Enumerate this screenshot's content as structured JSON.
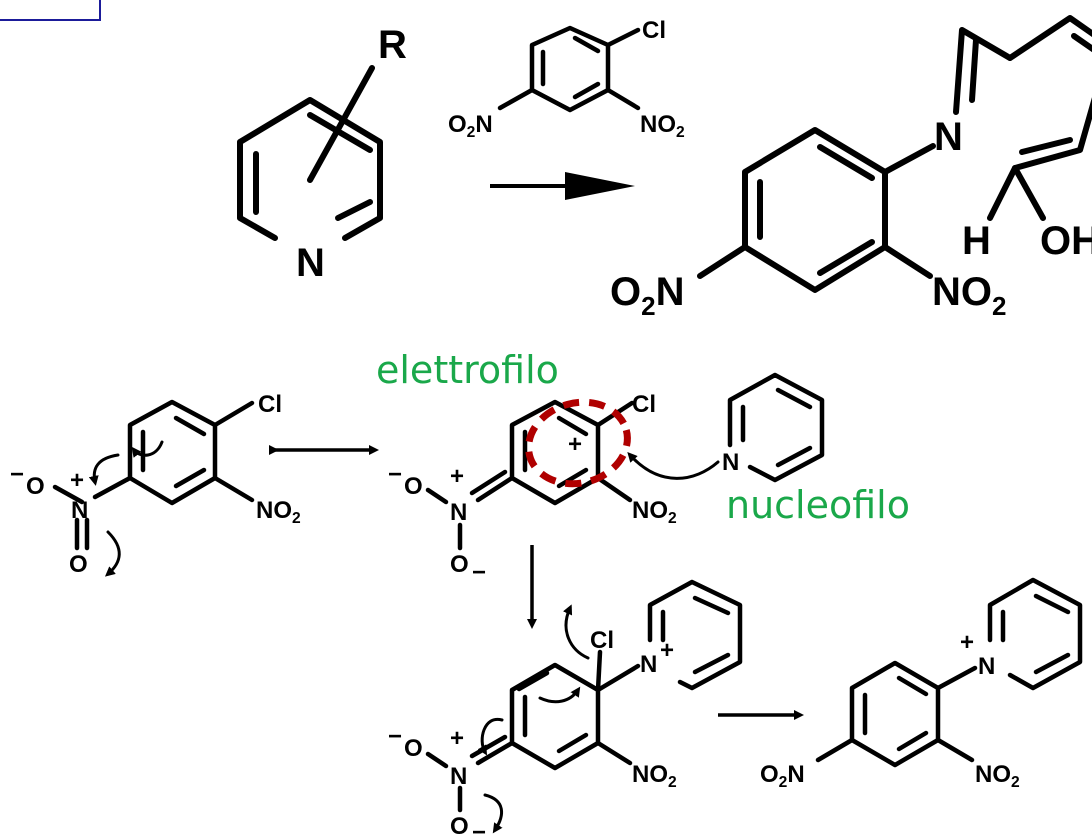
{
  "colors": {
    "ink": "#000000",
    "label_green": "#1aa84a",
    "dash_red": "#b00000",
    "frame": "#1b1b9a"
  },
  "labels": {
    "R": "R",
    "N": "N",
    "Cl": "Cl",
    "O": "O",
    "H": "H",
    "OH": "OH",
    "NO": "NO",
    "O2": "2",
    "plus": "+",
    "minus": "−",
    "elettrofilo": "elettrofilo",
    "nucleofilo": "nucleofilo"
  }
}
